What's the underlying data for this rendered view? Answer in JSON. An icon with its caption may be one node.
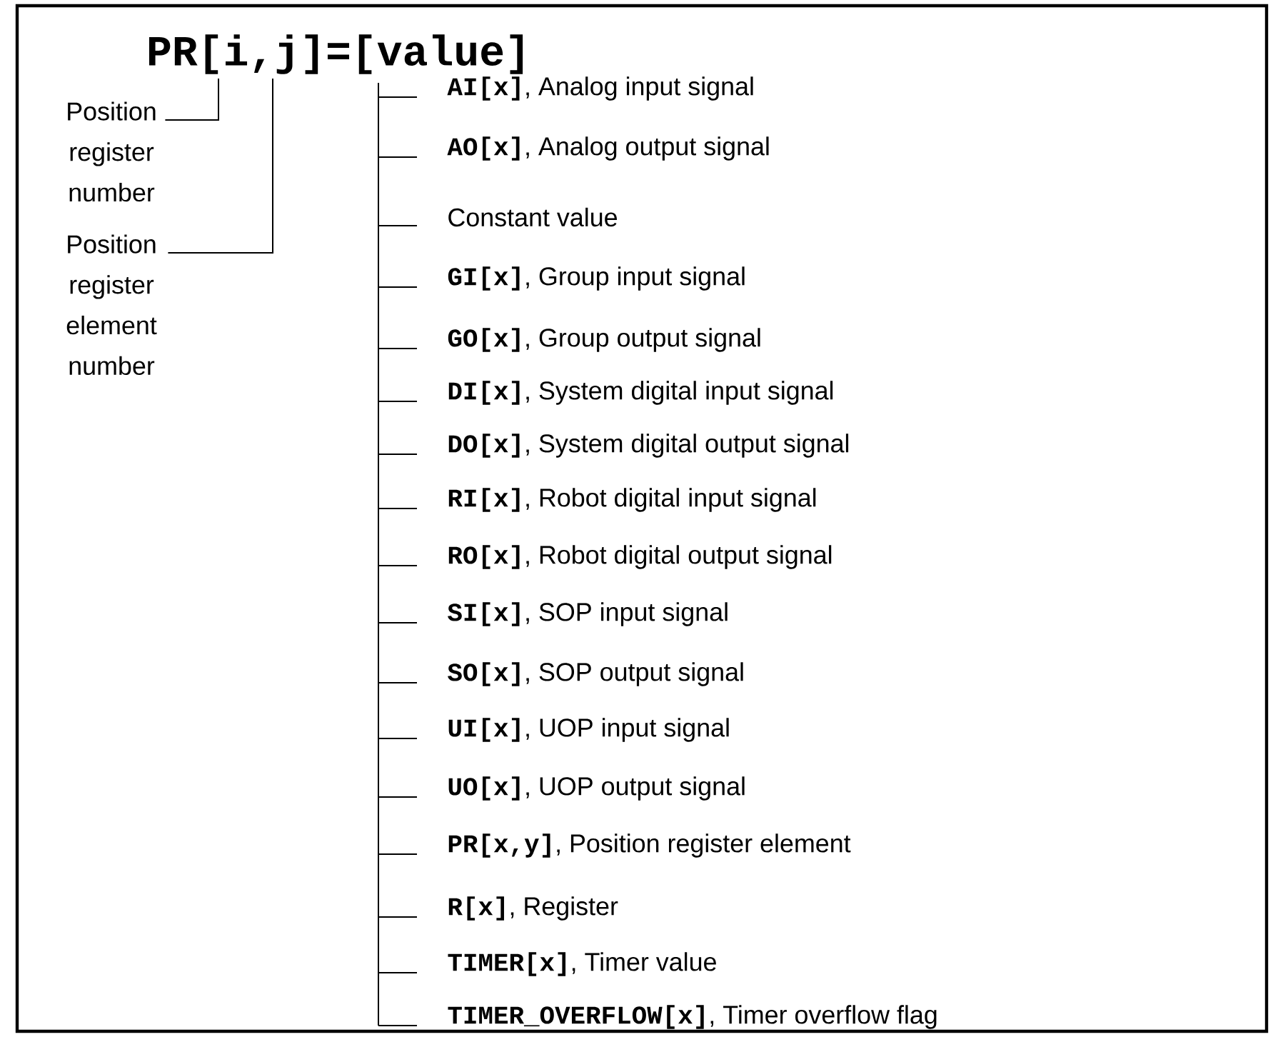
{
  "diagram": {
    "title": "PR[i,j]=[value]",
    "nodes": [
      {
        "text": [
          "Position register number"
        ]
      },
      {
        "text": [
          "Position register element number"
        ]
      }
    ],
    "edges": [
      {
        "from": 0,
        "to": null,
        "arrow": "none"
      },
      {
        "from": 1,
        "to": null,
        "arrow": "none"
      }
    ],
    "labels": [
      "**AI[x]**, Analog input signal",
      "**AO[x]**, Analog output signal",
      "Constant value",
      "**GI[x]**, Group input signal",
      "**GO[x]**, Group output signal",
      "**DI[x]**, System digital input signal",
      "**DO[x]**, System digital output signal",
      "**RI[x]**, Robot digital input signal",
      "**RO[x]**, Robot digital output signal",
      "**SI[x]**, SOP input signal",
      "**SO[x]**, SOP output signal",
      "**UI[x]**, UOP input signal",
      "**UO[x]**, UOP output signal",
      "**PR[x,y]**, Position register element",
      "**R[x]**, Register",
      "**TIMER[x]**, Timer value",
      "**TIMER_OVERFLOW[x]**, Timer overflow flag"
    ]
  }
}
